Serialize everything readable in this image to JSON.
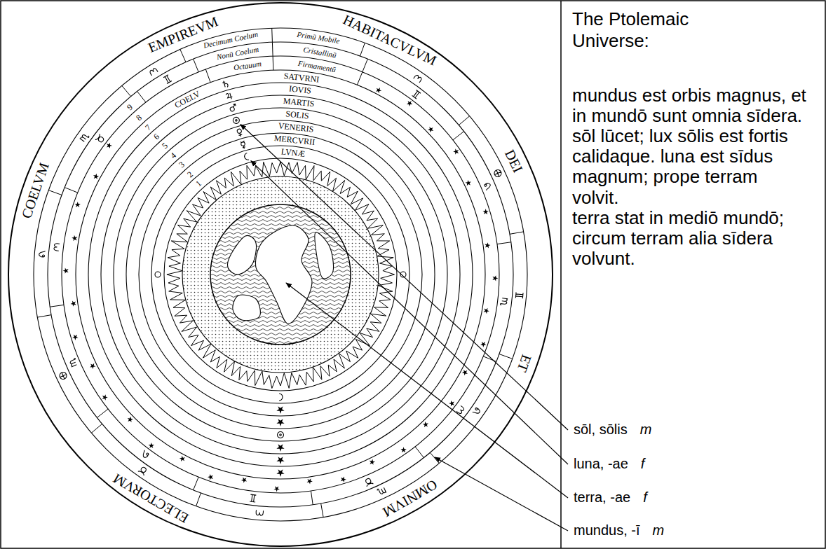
{
  "diagram": {
    "title": "The Ptolemaic Universe:",
    "labels": [
      "mundus est orbis magnus, et in mundō sunt omnia sīdera. sōl lūcet; lux sōlis est fortis calidaque. luna est sīdus magnum; prope terram volvit.",
      "terra stat in mediō mundō; circum terram alia sīdera volvunt.",
      "sōl, sōlis",
      "m",
      "luna, -ae",
      "f",
      "terra, -ae",
      "f",
      "mundus, -ī",
      "m",
      "COELVM",
      "EMPIREVM",
      "HABITACVLVM",
      "DEI",
      "ET",
      "OMNIVM",
      "ELECTORVM",
      "Decimum Coelum",
      "Primū Mobile",
      "Nonū Coelum",
      "Cristallinū",
      "Octauum",
      "Firmamentū",
      "COELV",
      "SATVRNI",
      "IOVIS",
      "MARTIS",
      "SOLIS",
      "VENERIS",
      "MERCVRII",
      "LVNÆ",
      "1",
      "2",
      "3",
      "4",
      "5",
      "6",
      "7",
      "8",
      "9"
    ]
  }
}
